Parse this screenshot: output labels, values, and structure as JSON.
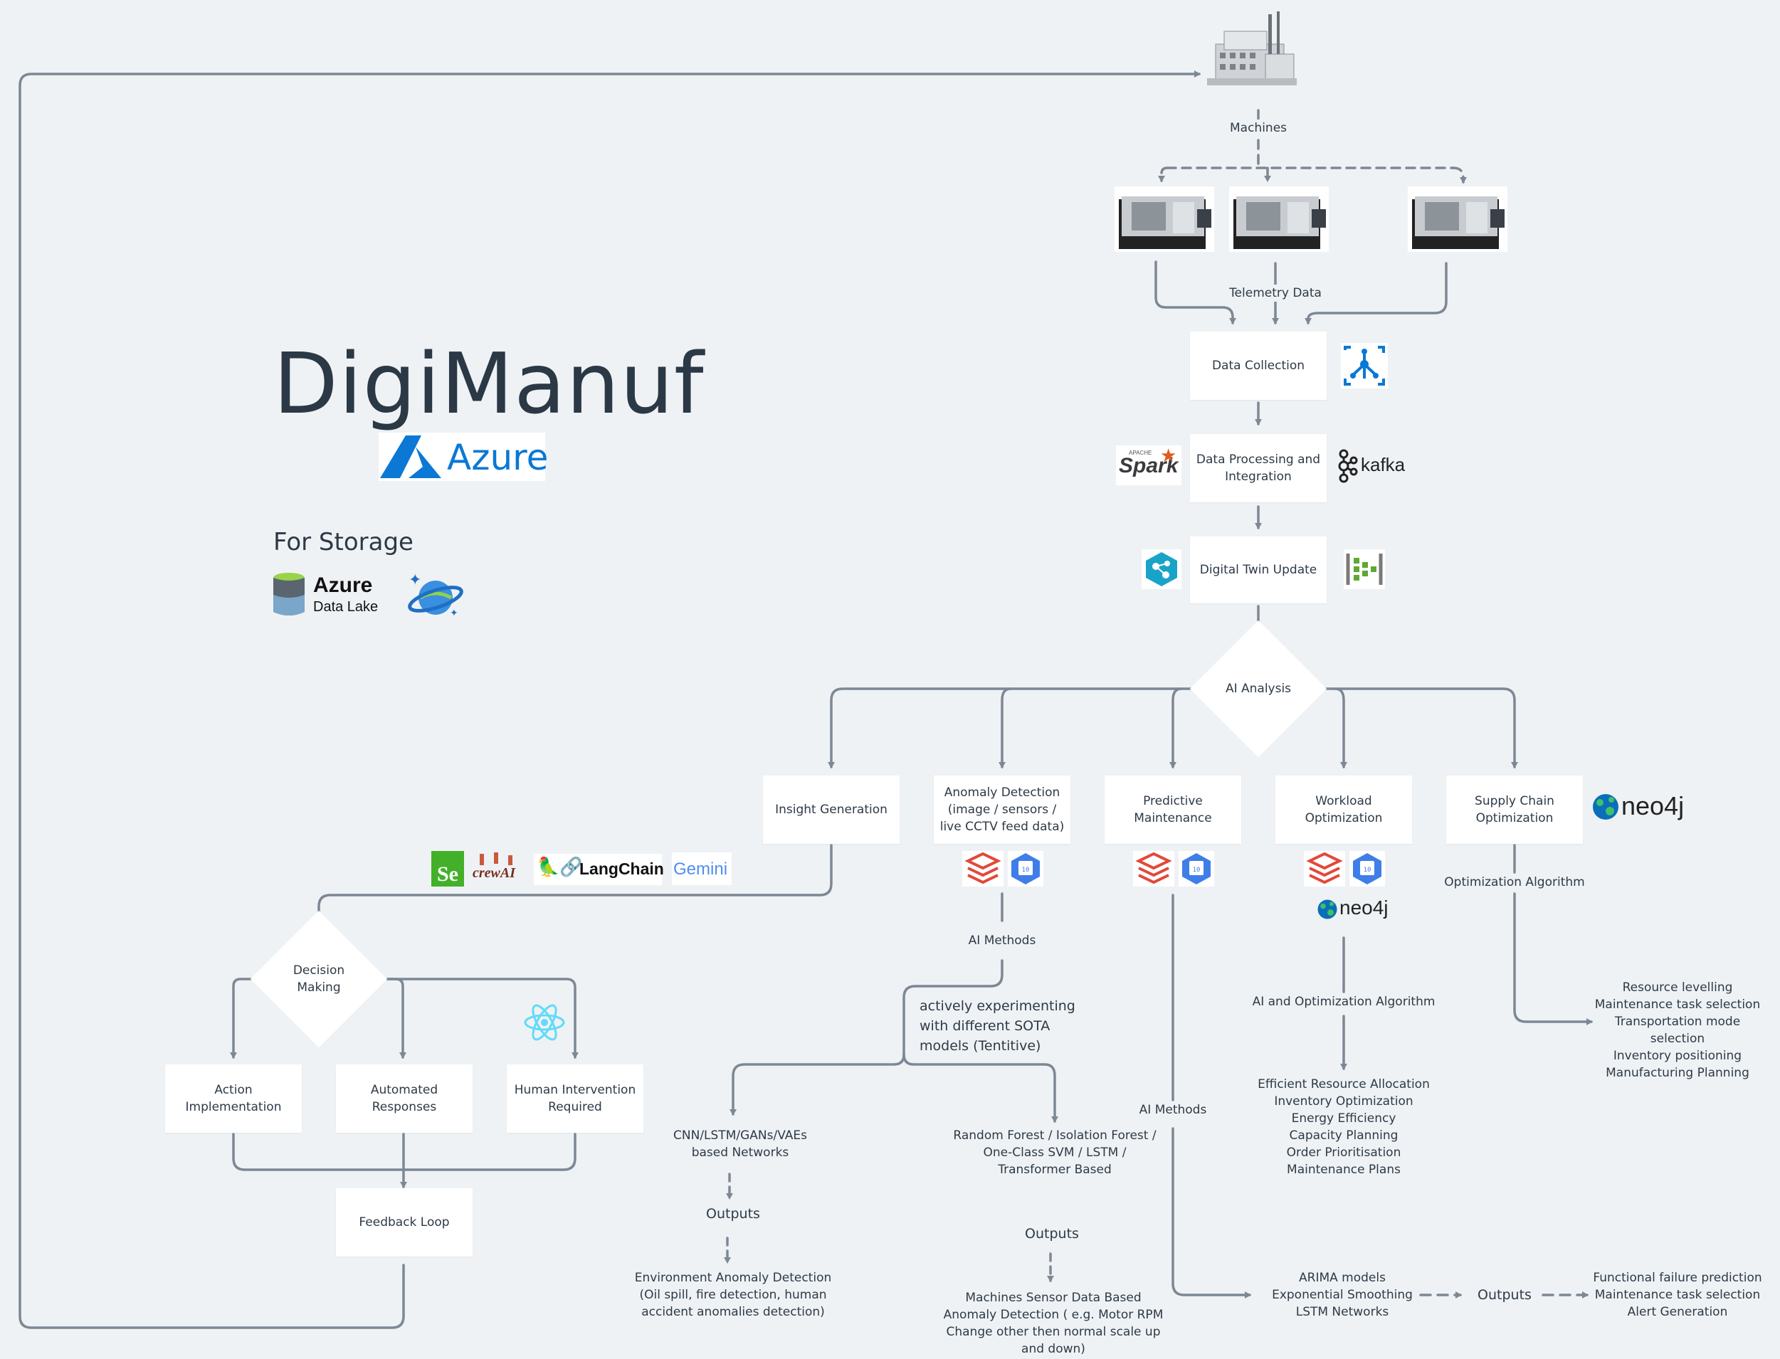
{
  "title": "DigiManuf",
  "azure_logo_text": "Azure",
  "storage_heading": "For Storage",
  "datalake_logo": {
    "line1": "Azure",
    "line2": "Data Lake"
  },
  "nodes": {
    "machines": "Machines",
    "telemetry": "Telemetry Data",
    "data_collection": "Data Collection",
    "data_processing": "Data Processing and\nIntegration",
    "digital_twin": "Digital Twin Update",
    "ai_analysis": "AI Analysis",
    "insight": "Insight Generation",
    "anomaly": "Anomaly Detection\n(image / sensors /\nlive CCTV feed data)",
    "predictive": "Predictive\nMaintenance",
    "workload": "Workload\nOptimization",
    "supply_chain": "Supply Chain\nOptimization",
    "decision": "Decision\nMaking",
    "action": "Action\nImplementation",
    "automated": "Automated\nResponses",
    "human": "Human Intervention\nRequired",
    "feedback": "Feedback Loop"
  },
  "labels": {
    "ai_methods_1": "AI Methods",
    "experimenting": "actively experimenting\nwith different SOTA\nmodels (Tentitive)",
    "cnn": "CNN/LSTM/GANs/VAEs\nbased Networks",
    "rf": "Random Forest / Isolation Forest /\nOne-Class SVM / LSTM /\nTransformer Based",
    "outputs_1": "Outputs",
    "outputs_2": "Outputs",
    "outputs_3": "Outputs",
    "env_anomaly": "Environment Anomaly Detection\n(Oil spill, fire detection, human\naccident anomalies detection)",
    "machine_anomaly": "Machines Sensor Data Based\nAnomaly Detection ( e.g. Motor RPM\nChange other then normal scale up\nand down)",
    "ai_methods_2": "AI Methods",
    "arima": "ARIMA models\nExponential Smoothing\nLSTM Networks",
    "functional": "Functional failure prediction\nMaintenance task selection\nAlert Generation",
    "ai_opt_algo": "AI and Optimization Algorithm",
    "workload_out": "Efficient Resource Allocation\nInventory Optimization\nEnergy Efficiency\nCapacity Planning\nOrder Prioritisation\nMaintenance Plans",
    "opt_algo": "Optimization Algorithm",
    "supply_out": "Resource levelling\nMaintenance task selection\nTransportation mode selection\nInventory positioning\nManufacturing Planning"
  },
  "tool_logos": {
    "spark": "Spark",
    "spark_small": "APACHE",
    "kafka": "kafka",
    "neo4j": "neo4j",
    "langchain": "LangChain",
    "gemini": "Gemini",
    "selenium": "Se",
    "crewai": "crewAI"
  },
  "colors": {
    "background": "#eff2f4",
    "wire": "#7d8895",
    "text": "#2d3a47",
    "azure_blue": "#0a78d4",
    "databricks_red": "#e2483a",
    "bigquery_blue": "#3f7ee8"
  }
}
